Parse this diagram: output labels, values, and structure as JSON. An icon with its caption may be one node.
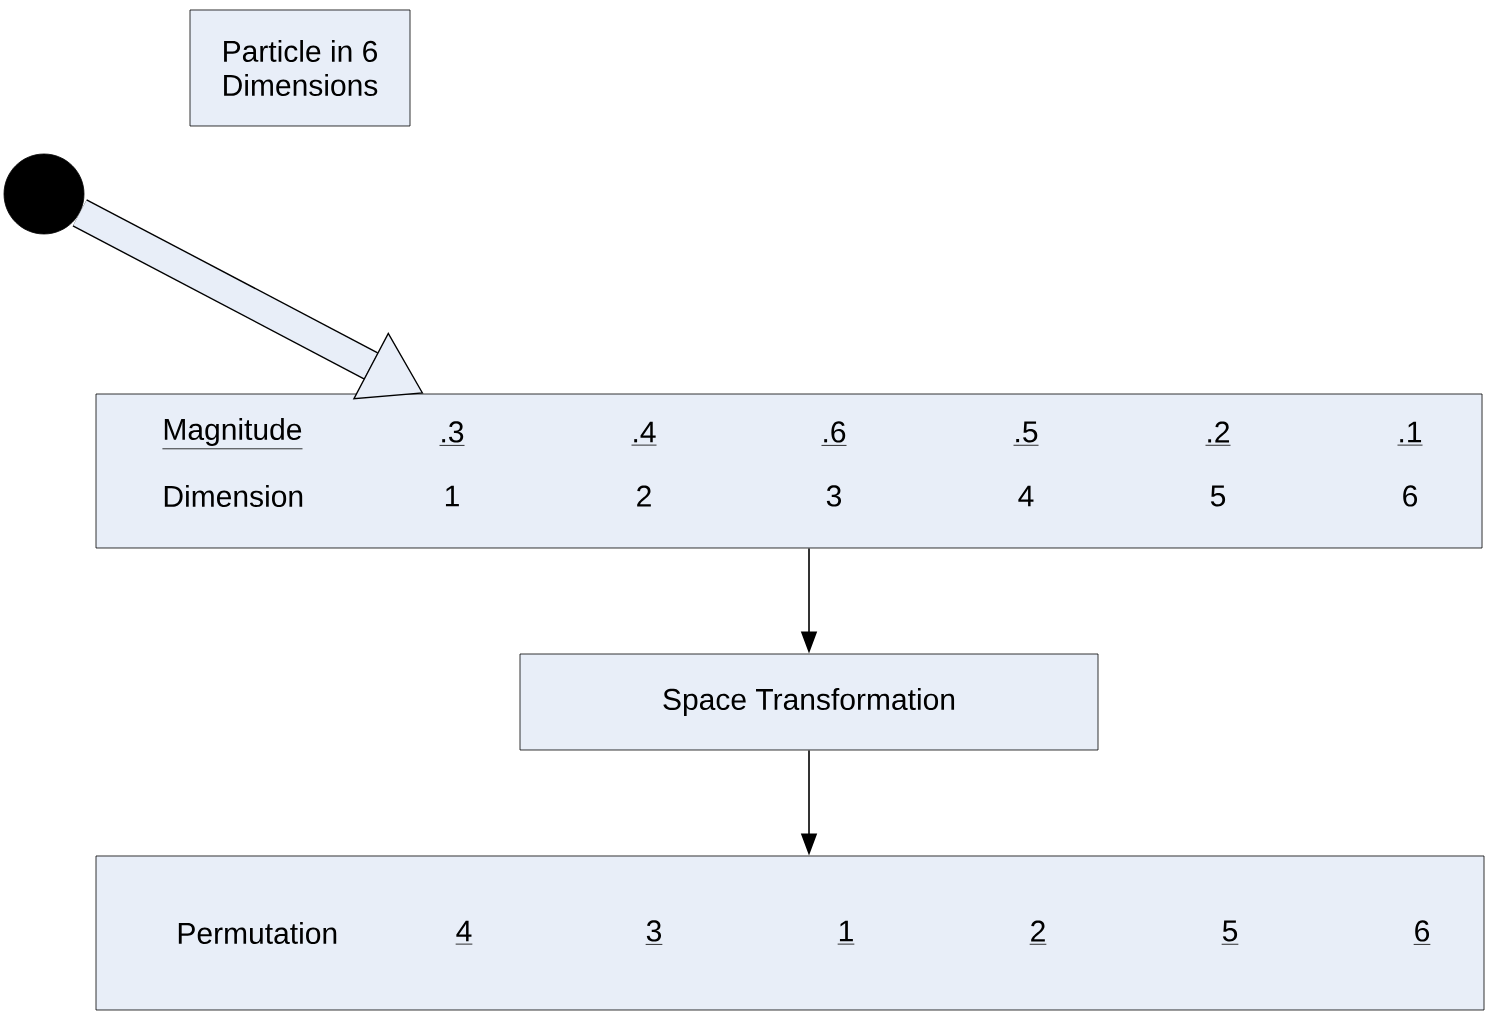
{
  "diagram": {
    "nodes": [
      {
        "text": [
          "Particle in 6 Dimensions"
        ]
      },
      {
        "text": [],
        "shape": "circle"
      },
      {
        "text": [
          "Magnitude",
          ".3",
          ".4",
          ".6",
          ".5",
          ".2",
          ".1",
          "Dimension",
          "1",
          "2",
          "3",
          "4",
          "5",
          "6"
        ]
      },
      {
        "text": [
          "Space Transformation"
        ]
      },
      {
        "text": [
          "Permutation",
          "4",
          "3",
          "1",
          "2",
          "5",
          "6"
        ]
      }
    ],
    "edges": [
      {
        "from": 1,
        "to": 2,
        "arrow": "to",
        "style": "thick"
      },
      {
        "from": 2,
        "to": 3,
        "arrow": "to"
      },
      {
        "from": 3,
        "to": 4,
        "arrow": "to"
      }
    ]
  }
}
